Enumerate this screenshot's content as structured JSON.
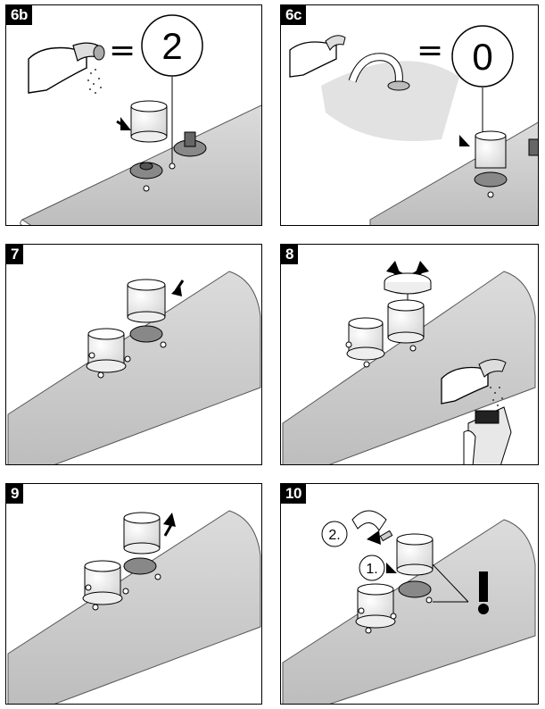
{
  "panels": [
    {
      "id": "6b",
      "label": "6b",
      "count": "2"
    },
    {
      "id": "6c",
      "label": "6c",
      "count": "0"
    },
    {
      "id": "7",
      "label": "7"
    },
    {
      "id": "8",
      "label": "8"
    },
    {
      "id": "9",
      "label": "9"
    },
    {
      "id": "10",
      "label": "10",
      "step1": "1.",
      "step2": "2."
    }
  ]
}
